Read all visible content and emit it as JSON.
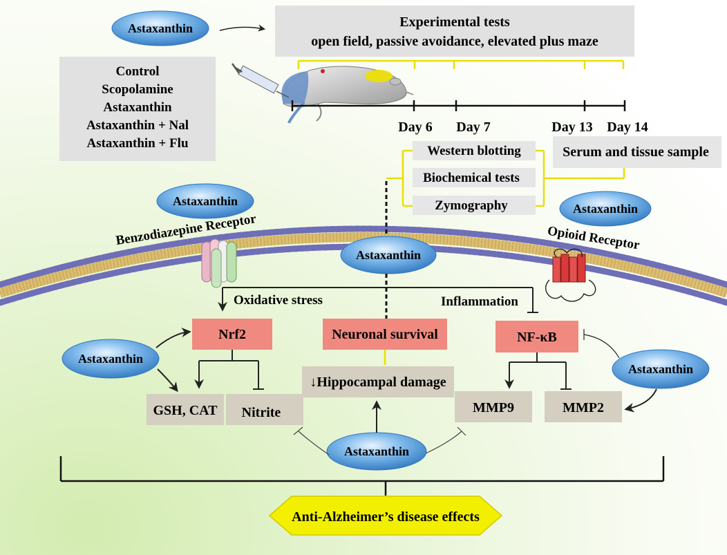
{
  "experimental": {
    "line1": "Experimental tests",
    "line2": "open field, passive avoidance, elevated plus maze"
  },
  "groups": [
    "Control",
    "Scopolamine",
    "Astaxanthin",
    "Astaxanthin + Nal",
    "Astaxanthin + Flu"
  ],
  "days": [
    "Day 6",
    "Day 7",
    "Day 13",
    "Day 14"
  ],
  "assays": [
    "Western blotting",
    "Biochemical tests",
    "Zymography"
  ],
  "sample": "Serum and tissue sample",
  "drug": "Astaxanthin",
  "receptors": {
    "benzo": "Benzodiazepine Receptor",
    "opioid": "Opioid Receptor"
  },
  "pathways": {
    "oxidative": "Oxidative stress",
    "inflammation": "Inflammation"
  },
  "nodes": {
    "nrf2": "Nrf2",
    "survival": "Neuronal survival",
    "nfkb": "NF-κB",
    "hippocampal": "↓Hippocampal damage",
    "gsh": "GSH, CAT",
    "nitrite": "Nitrite",
    "mmp9": "MMP9",
    "mmp2": "MMP2"
  },
  "outcome": "Anti-Alzheimer’s disease effects",
  "colors": {
    "red_box": "#f08a80",
    "gray_box": "#d4cfc1",
    "ellipse": "#5aa0dc",
    "yellow": "#e8e000",
    "membrane_head": "#6e6fb6",
    "membrane_tail": "#d8b765"
  }
}
